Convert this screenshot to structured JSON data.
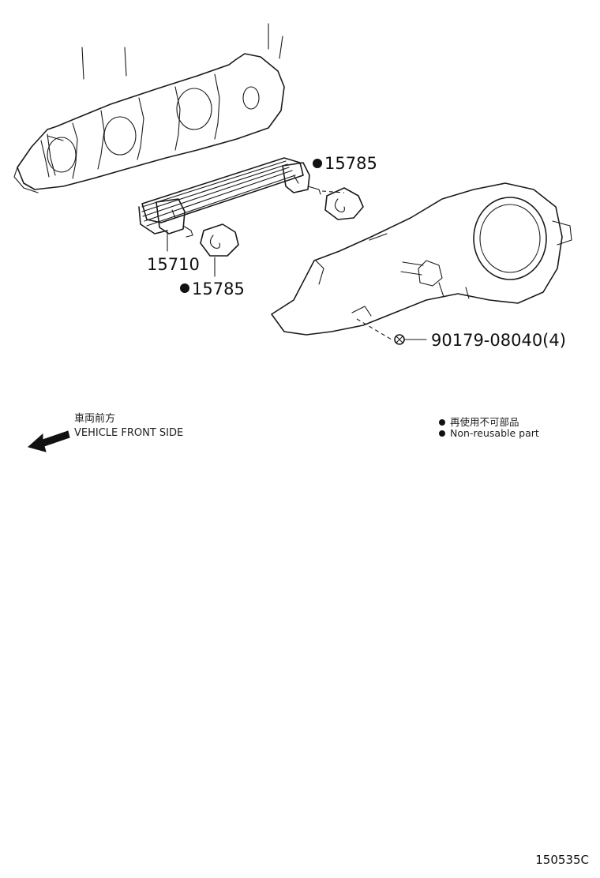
{
  "callouts": {
    "gasket_upper": "15785",
    "oil_cooler": "15710",
    "gasket_lower": "15785",
    "nut": "90179-08040(4)"
  },
  "direction": {
    "label_jp": "車両前方",
    "label_en": "VEHICLE FRONT SIDE"
  },
  "legend": {
    "non_reusable_jp": "再使用不可部品",
    "non_reusable_en": "Non-reusable part"
  },
  "drawing_code": "150535C"
}
